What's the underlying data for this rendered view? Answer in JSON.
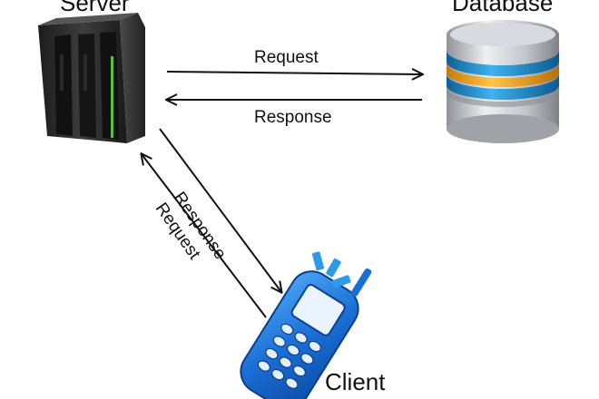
{
  "nodes": {
    "server": {
      "label": "Server",
      "icon": "server-tower-icon"
    },
    "database": {
      "label": "Database",
      "icon": "database-cylinder-icon"
    },
    "client": {
      "label": "Client",
      "icon": "mobile-phone-icon"
    }
  },
  "edges": {
    "server_to_db": {
      "label": "Request"
    },
    "db_to_server": {
      "label": "Response"
    },
    "server_to_client": {
      "label": "Response"
    },
    "client_to_server": {
      "label": "Request"
    }
  },
  "colors": {
    "arrow": "#111111",
    "server_body": "#2a2a2a",
    "server_led": "#5fbf3a",
    "db_silver": "#c9ccd0",
    "db_blue": "#1e8fd0",
    "db_orange": "#f2a51d",
    "phone_blue": "#1a6fd6",
    "signal_blue": "#2f9be6"
  }
}
